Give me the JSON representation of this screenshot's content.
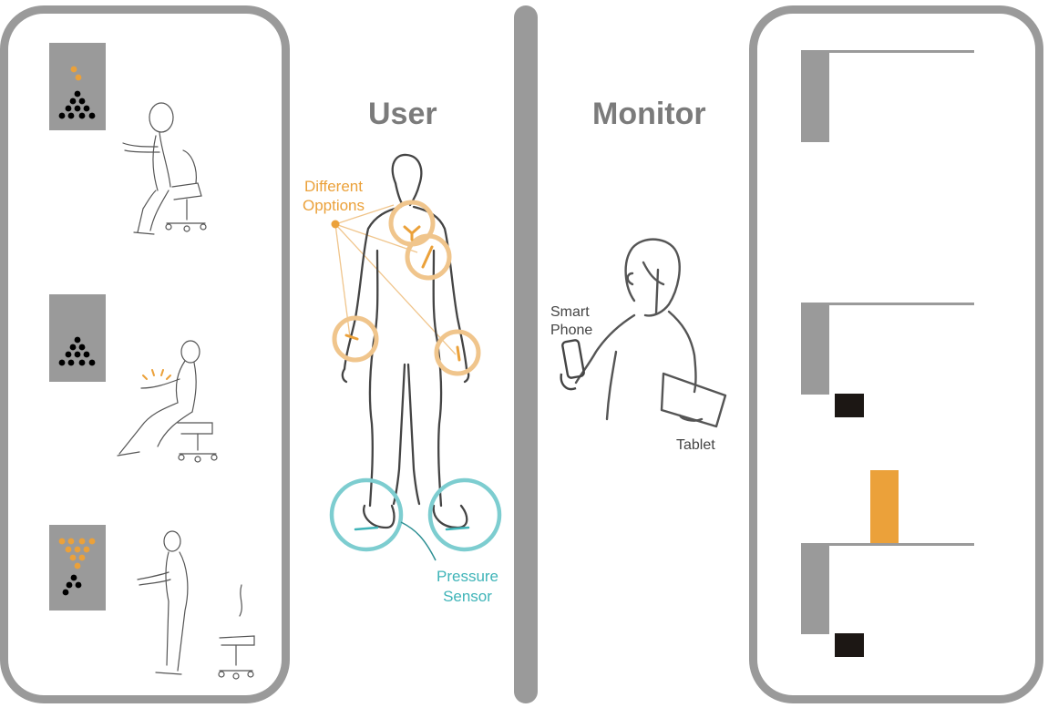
{
  "headings": {
    "user": "User",
    "monitor": "Monitor"
  },
  "labels": {
    "options": [
      "Different",
      "Opptions"
    ],
    "pressure": [
      "Pressure",
      "Sensor"
    ],
    "smartphone": [
      "Smart",
      "Phone"
    ],
    "tablet": "Tablet"
  },
  "colors": {
    "panel_border": "#9a9a9a",
    "accent_orange": "#eba13a",
    "accent_teal": "#3fb4b8",
    "dark_block": "#1c1714",
    "heading_gray": "#7b7b7b"
  },
  "left_panel": {
    "stages": [
      {
        "icon": "dot-triangle-icon",
        "orange_dots": 2,
        "black_dots": 10,
        "pose": "sitting-upright"
      },
      {
        "icon": "dot-triangle-icon",
        "orange_dots": 0,
        "black_dots": 10,
        "pose": "sitting-slouched"
      },
      {
        "icon": "inverted-dot-triangle-icon",
        "orange_dots": 10,
        "black_dots": 4,
        "pose": "standing"
      }
    ]
  },
  "right_panel": {
    "indicators": [
      {
        "gray_bar": true,
        "black_square": false,
        "orange_bar": false
      },
      {
        "gray_bar": true,
        "black_square": true,
        "orange_bar": false
      },
      {
        "gray_bar": true,
        "black_square": true,
        "orange_bar": true
      }
    ]
  }
}
